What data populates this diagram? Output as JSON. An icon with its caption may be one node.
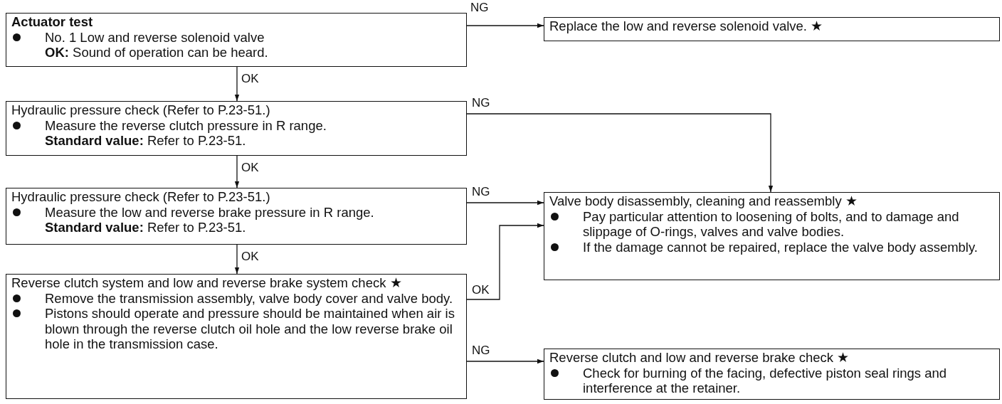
{
  "diagram": {
    "nodes": [
      {
        "text": [
          "Actuator test",
          "No. 1 Low and reverse solenoid valve",
          "**OK:** Sound of operation can be heard."
        ]
      },
      {
        "text": [
          "Replace the low and reverse solenoid valve. ★"
        ]
      },
      {
        "text": [
          "Hydraulic pressure check (Refer to P.23-51.)",
          "Measure the reverse clutch pressure in R range.",
          "**Standard value:** Refer to P.23-51."
        ]
      },
      {
        "text": [
          "Hydraulic pressure check (Refer to P.23-51.)",
          "Measure the low and reverse brake pressure in R range.",
          "**Standard value:** Refer to P.23-51."
        ]
      },
      {
        "text": [
          "Valve body disassembly, cleaning and reassembly ★",
          "Pay particular attention to loosening of bolts, and to damage and slippage of O-rings, valves and valve bodies.",
          "If the damage cannot be repaired, replace the valve body assembly."
        ]
      },
      {
        "text": [
          "Reverse clutch system and low and reverse brake system check ★",
          "Remove the transmission assembly, valve body cover and valve body.",
          "Pistons should operate and pressure should be maintained when air is blown through the reverse clutch oil hole and the low reverse brake oil hole in the transmission case."
        ]
      },
      {
        "text": [
          "Reverse clutch and low and reverse brake check ★",
          "Check for burning of the facing, defective piston seal rings and interference at the retainer."
        ]
      }
    ],
    "edges": [
      {
        "from": 0,
        "to": 1,
        "arrow": "to",
        "label": "NG"
      },
      {
        "from": 0,
        "to": 2,
        "arrow": "to",
        "label": "OK"
      },
      {
        "from": 2,
        "to": 4,
        "arrow": "to",
        "label": "NG"
      },
      {
        "from": 2,
        "to": 3,
        "arrow": "to",
        "label": "OK"
      },
      {
        "from": 3,
        "to": 4,
        "arrow": "to",
        "label": "NG"
      },
      {
        "from": 3,
        "to": 5,
        "arrow": "to",
        "label": "OK"
      },
      {
        "from": 5,
        "to": 4,
        "arrow": "to",
        "label": "OK"
      },
      {
        "from": 5,
        "to": 6,
        "arrow": "to",
        "label": "NG"
      }
    ]
  }
}
